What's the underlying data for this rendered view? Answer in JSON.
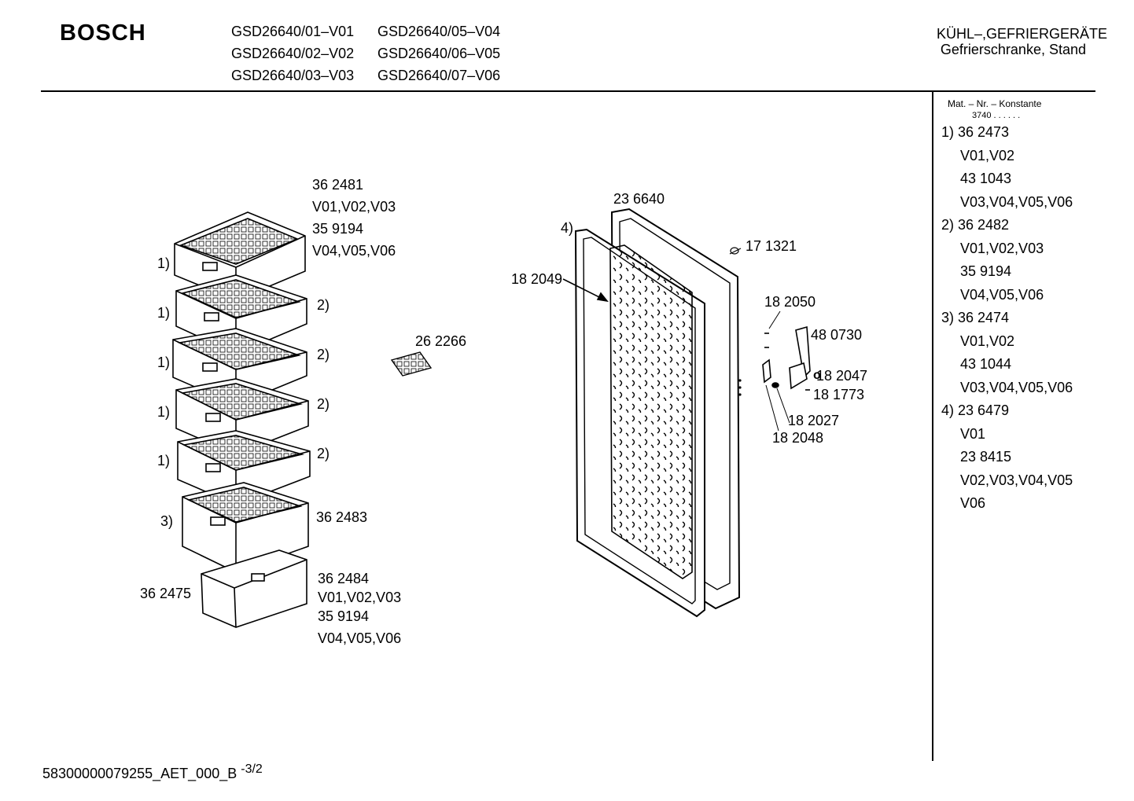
{
  "header": {
    "brand": "BOSCH",
    "models": [
      "GSD26640/01–V01",
      "GSD26640/02–V02",
      "GSD26640/03–V03",
      "GSD26640/05–V04",
      "GSD26640/06–V05",
      "GSD26640/07–V06"
    ],
    "category_line1": "KÜHL–,GEFRIERGERÄTE",
    "category_line2": "Gefrierschranke, Stand"
  },
  "legend": {
    "header": "Mat. – Nr. – Konstante",
    "constant": "3740 . .   . . . .",
    "lines": [
      "1) 36 2473",
      "V01,V02",
      "43 1043",
      "V03,V04,V05,V06",
      "2) 36 2482",
      "V01,V02,V03",
      "35 9194",
      "V04,V05,V06",
      "3) 36 2474",
      "V01,V02",
      "43 1044",
      "V03,V04,V05,V06",
      "4) 23 6479",
      "V01",
      "23 8415",
      "V02,V03,V04,V05",
      "V06"
    ]
  },
  "labels": {
    "drawer_top": [
      "36 2481",
      "V01,V02,V03",
      "35 9194",
      "V04,V05,V06"
    ],
    "ref1": "1)",
    "ref2": "2)",
    "ref3": "3)",
    "ref4": "4)",
    "p262266": "26 2266",
    "p362483": "36 2483",
    "p362484": [
      "36 2484",
      "V01,V02,V03",
      "35 9194",
      "V04,V05,V06"
    ],
    "p362475": "36 2475",
    "p236640": "23 6640",
    "p182049": "18 2049",
    "p171321": "17 1321",
    "p182050": "18 2050",
    "p480730": "48 0730",
    "p182047": "18 2047",
    "p181773": "18 1773",
    "p182027": "18 2027",
    "p182048": "18 2048"
  },
  "footer": {
    "doc_id": "58300000079255_AET_000_B",
    "page": "-3/2"
  }
}
